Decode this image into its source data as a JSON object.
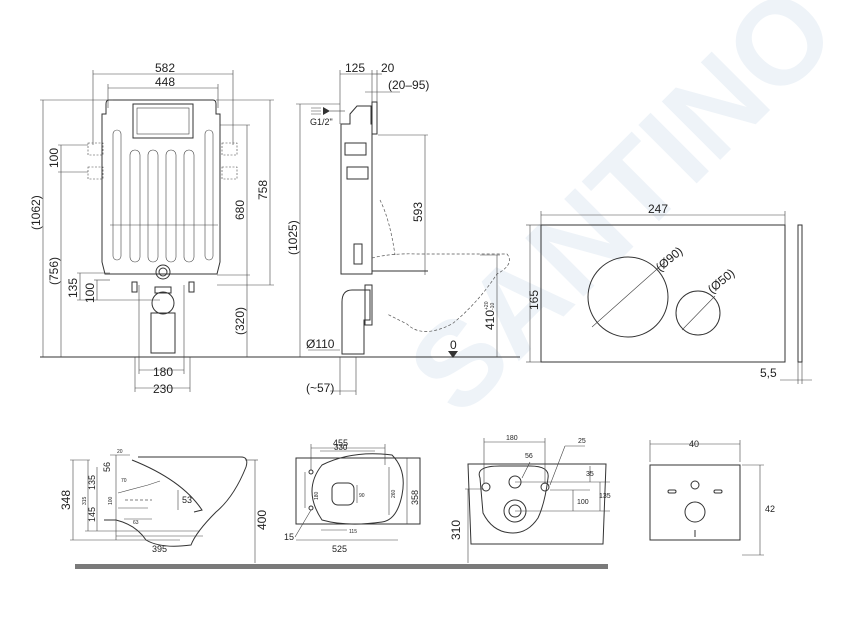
{
  "frame_front": {
    "width_582": "582",
    "width_448": "448",
    "h_1062": "(1062)",
    "h_756": "(756)",
    "h_100_top": "100",
    "h_135": "135",
    "h_100_bottom": "100",
    "h_680": "680",
    "h_758": "758",
    "h_320": "(320)",
    "w_180": "180",
    "w_230": "230"
  },
  "frame_side": {
    "d_125": "125",
    "d_20": "20",
    "d_20_95": "(20–95)",
    "water_inlet": "G1/2\"",
    "h_1025": "(1025)",
    "h_593": "593",
    "h_410": "410",
    "h_410_tol_plus": "+20",
    "h_410_tol_minus": "-10",
    "pipe_110": "Ø110",
    "zero_level": "0",
    "d_57": "(~57)"
  },
  "flush_plate": {
    "width": "247",
    "height": "165",
    "button_large": "(Ø90)",
    "button_small": "(Ø50)",
    "thickness": "5,5"
  },
  "bowl_side": {
    "h_348": "348",
    "h_400": "400",
    "w_395": "395",
    "d_56": "56",
    "d_135": "135",
    "d_145": "145",
    "d_53": "53",
    "d_20": "20",
    "d_70": "70",
    "d_315": "315",
    "d_100": "100",
    "d_63": "63"
  },
  "bowl_top": {
    "w_455": "455",
    "w_330": "330",
    "w_525": "525",
    "h_180": "180",
    "h_90": "90",
    "h_260": "260",
    "h_358": "358",
    "d_115": "115",
    "d_15": "15"
  },
  "bowl_back": {
    "w_180": "180",
    "d_25": "25",
    "d_56": "56",
    "d_35": "35",
    "d_100": "100",
    "d_135": "135",
    "h_310": "310"
  },
  "sound_pad": {
    "width": "40",
    "height": "42"
  },
  "watermark": "SANTINO",
  "colors": {
    "line": "#333333",
    "floor_bar": "#7a7a7a"
  }
}
